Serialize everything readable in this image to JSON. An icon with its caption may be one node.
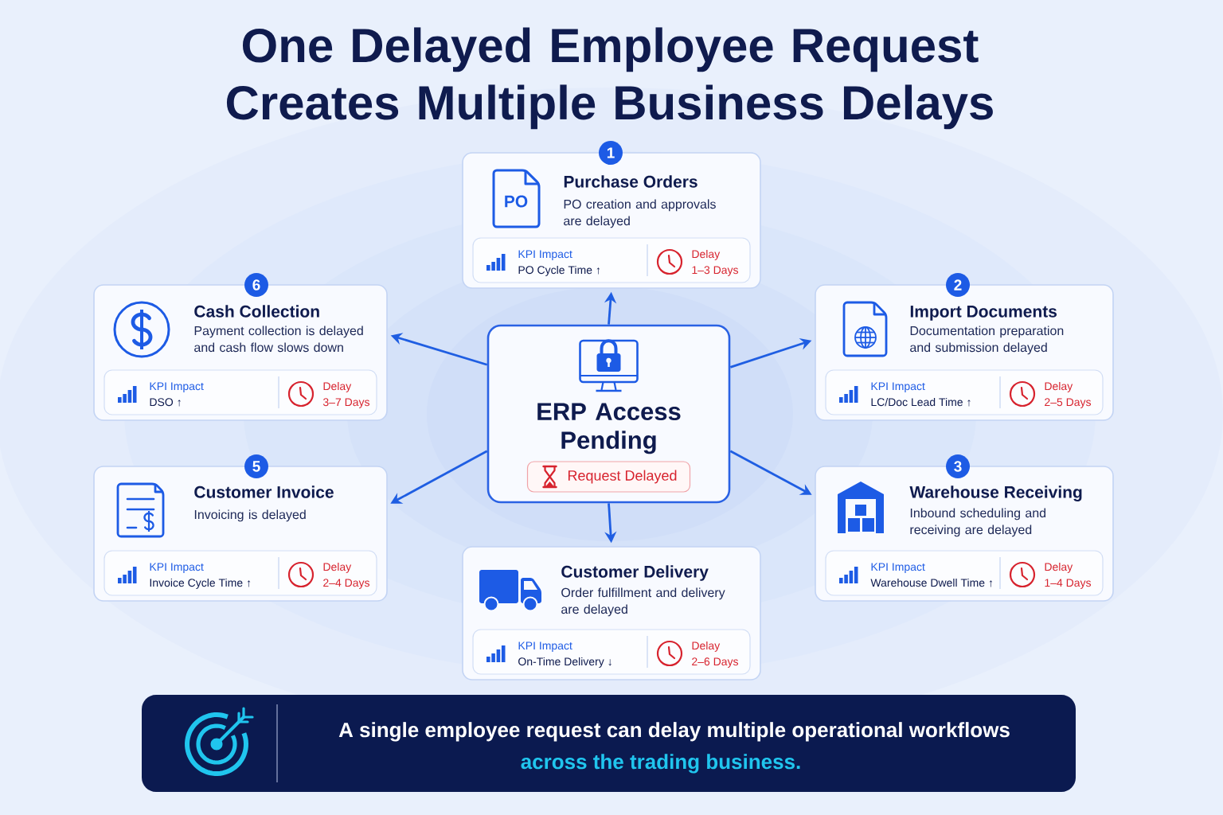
{
  "diagram": {
    "title": "One Delayed Employee Request Creates Multiple Business Delays",
    "nodes": [
      {
        "text": [
          "ERP Access Pending"
        ]
      },
      {
        "text": [
          "Request Delayed"
        ],
        "in": 0
      },
      {
        "text": [
          "Purchase Orders",
          "PO creation and approvals are delayed"
        ],
        "beside": [
          "1"
        ]
      },
      {
        "text": [
          "KPI Impact",
          "PO Cycle Time ↑",
          "Delay",
          "1–3 Days"
        ],
        "in": 2
      },
      {
        "text": [
          "Import Documents",
          "Documentation preparation and submission delayed"
        ],
        "beside": [
          "2"
        ]
      },
      {
        "text": [
          "KPI Impact",
          "LC/Doc Lead Time ↑",
          "Delay",
          "2–5 Days"
        ],
        "in": 4
      },
      {
        "text": [
          "Warehouse Receiving",
          "Inbound scheduling and receiving are delayed"
        ],
        "beside": [
          "3"
        ]
      },
      {
        "text": [
          "KPI Impact",
          "Warehouse Dwell Time ↑",
          "Delay",
          "1–4 Days"
        ],
        "in": 6
      },
      {
        "text": [
          "Customer Delivery",
          "Order fulfillment and delivery are delayed"
        ]
      },
      {
        "text": [
          "KPI Impact",
          "On-Time Delivery ↓",
          "Delay",
          "2–6 Days"
        ],
        "in": 8
      },
      {
        "text": [
          "Customer Invoice",
          "Invoicing is delayed"
        ],
        "beside": [
          "5"
        ]
      },
      {
        "text": [
          "KPI Impact",
          "Invoice Cycle Time ↑",
          "Delay",
          "2–4 Days"
        ],
        "in": 10
      },
      {
        "text": [
          "Cash Collection",
          "Payment collection is delayed and cash flow slows down"
        ],
        "beside": [
          "6"
        ]
      },
      {
        "text": [
          "KPI Impact",
          "DSO ↑",
          "Delay",
          "3–7 Days"
        ],
        "in": 12
      },
      {
        "text": [
          "A single employee request can delay multiple operational workflows",
          "across the trading business."
        ]
      }
    ],
    "edges": [
      {
        "from": 0,
        "to": 2,
        "arrow": "to"
      },
      {
        "from": 0,
        "to": 4,
        "arrow": "to"
      },
      {
        "from": 0,
        "to": 6,
        "arrow": "to"
      },
      {
        "from": 0,
        "to": 8,
        "arrow": "to"
      },
      {
        "from": 0,
        "to": 10,
        "arrow": "to"
      },
      {
        "from": 0,
        "to": 12,
        "arrow": "to"
      }
    ],
    "labels": [
      "PO"
    ]
  }
}
